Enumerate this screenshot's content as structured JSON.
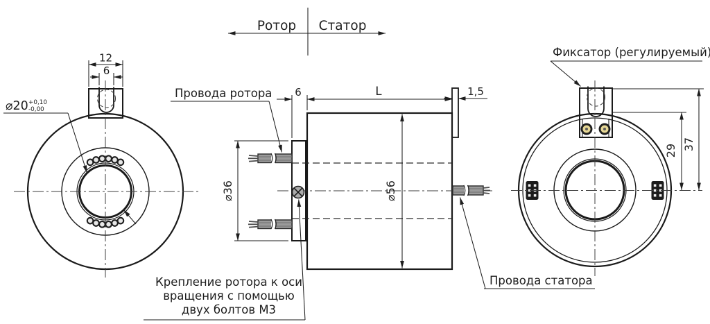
{
  "header": {
    "rotor": "Ротор",
    "stator": "Статор"
  },
  "left_view": {
    "dim_tab_width": "12",
    "dim_slot_width": "6",
    "bore_label": "⌀20",
    "bore_tol_plus": "+0,10",
    "bore_tol_minus": "-0,00"
  },
  "side_view": {
    "dim_flange": "6",
    "dim_length": "L",
    "dim_plate": "1,5",
    "dim_flange_dia": "⌀36",
    "dim_body_dia": "⌀56",
    "rotor_wires_label": "Провода ротора",
    "mount_note_line1": "Крепление ротора к оси",
    "mount_note_line2": "вращения с помощью",
    "mount_note_line3": "двух болтов М3"
  },
  "right_view": {
    "fixator_label": "Фиксатор (регулируемый)",
    "stator_wires_label": "Провода статора",
    "dim_slot_depth": "29",
    "dim_tab_height": "37"
  },
  "colors": {
    "body_fill": "#F9EDAE",
    "accent_fill": "#F3C94E",
    "line": "#1E1E1E",
    "wire": "#9A9A9A"
  }
}
